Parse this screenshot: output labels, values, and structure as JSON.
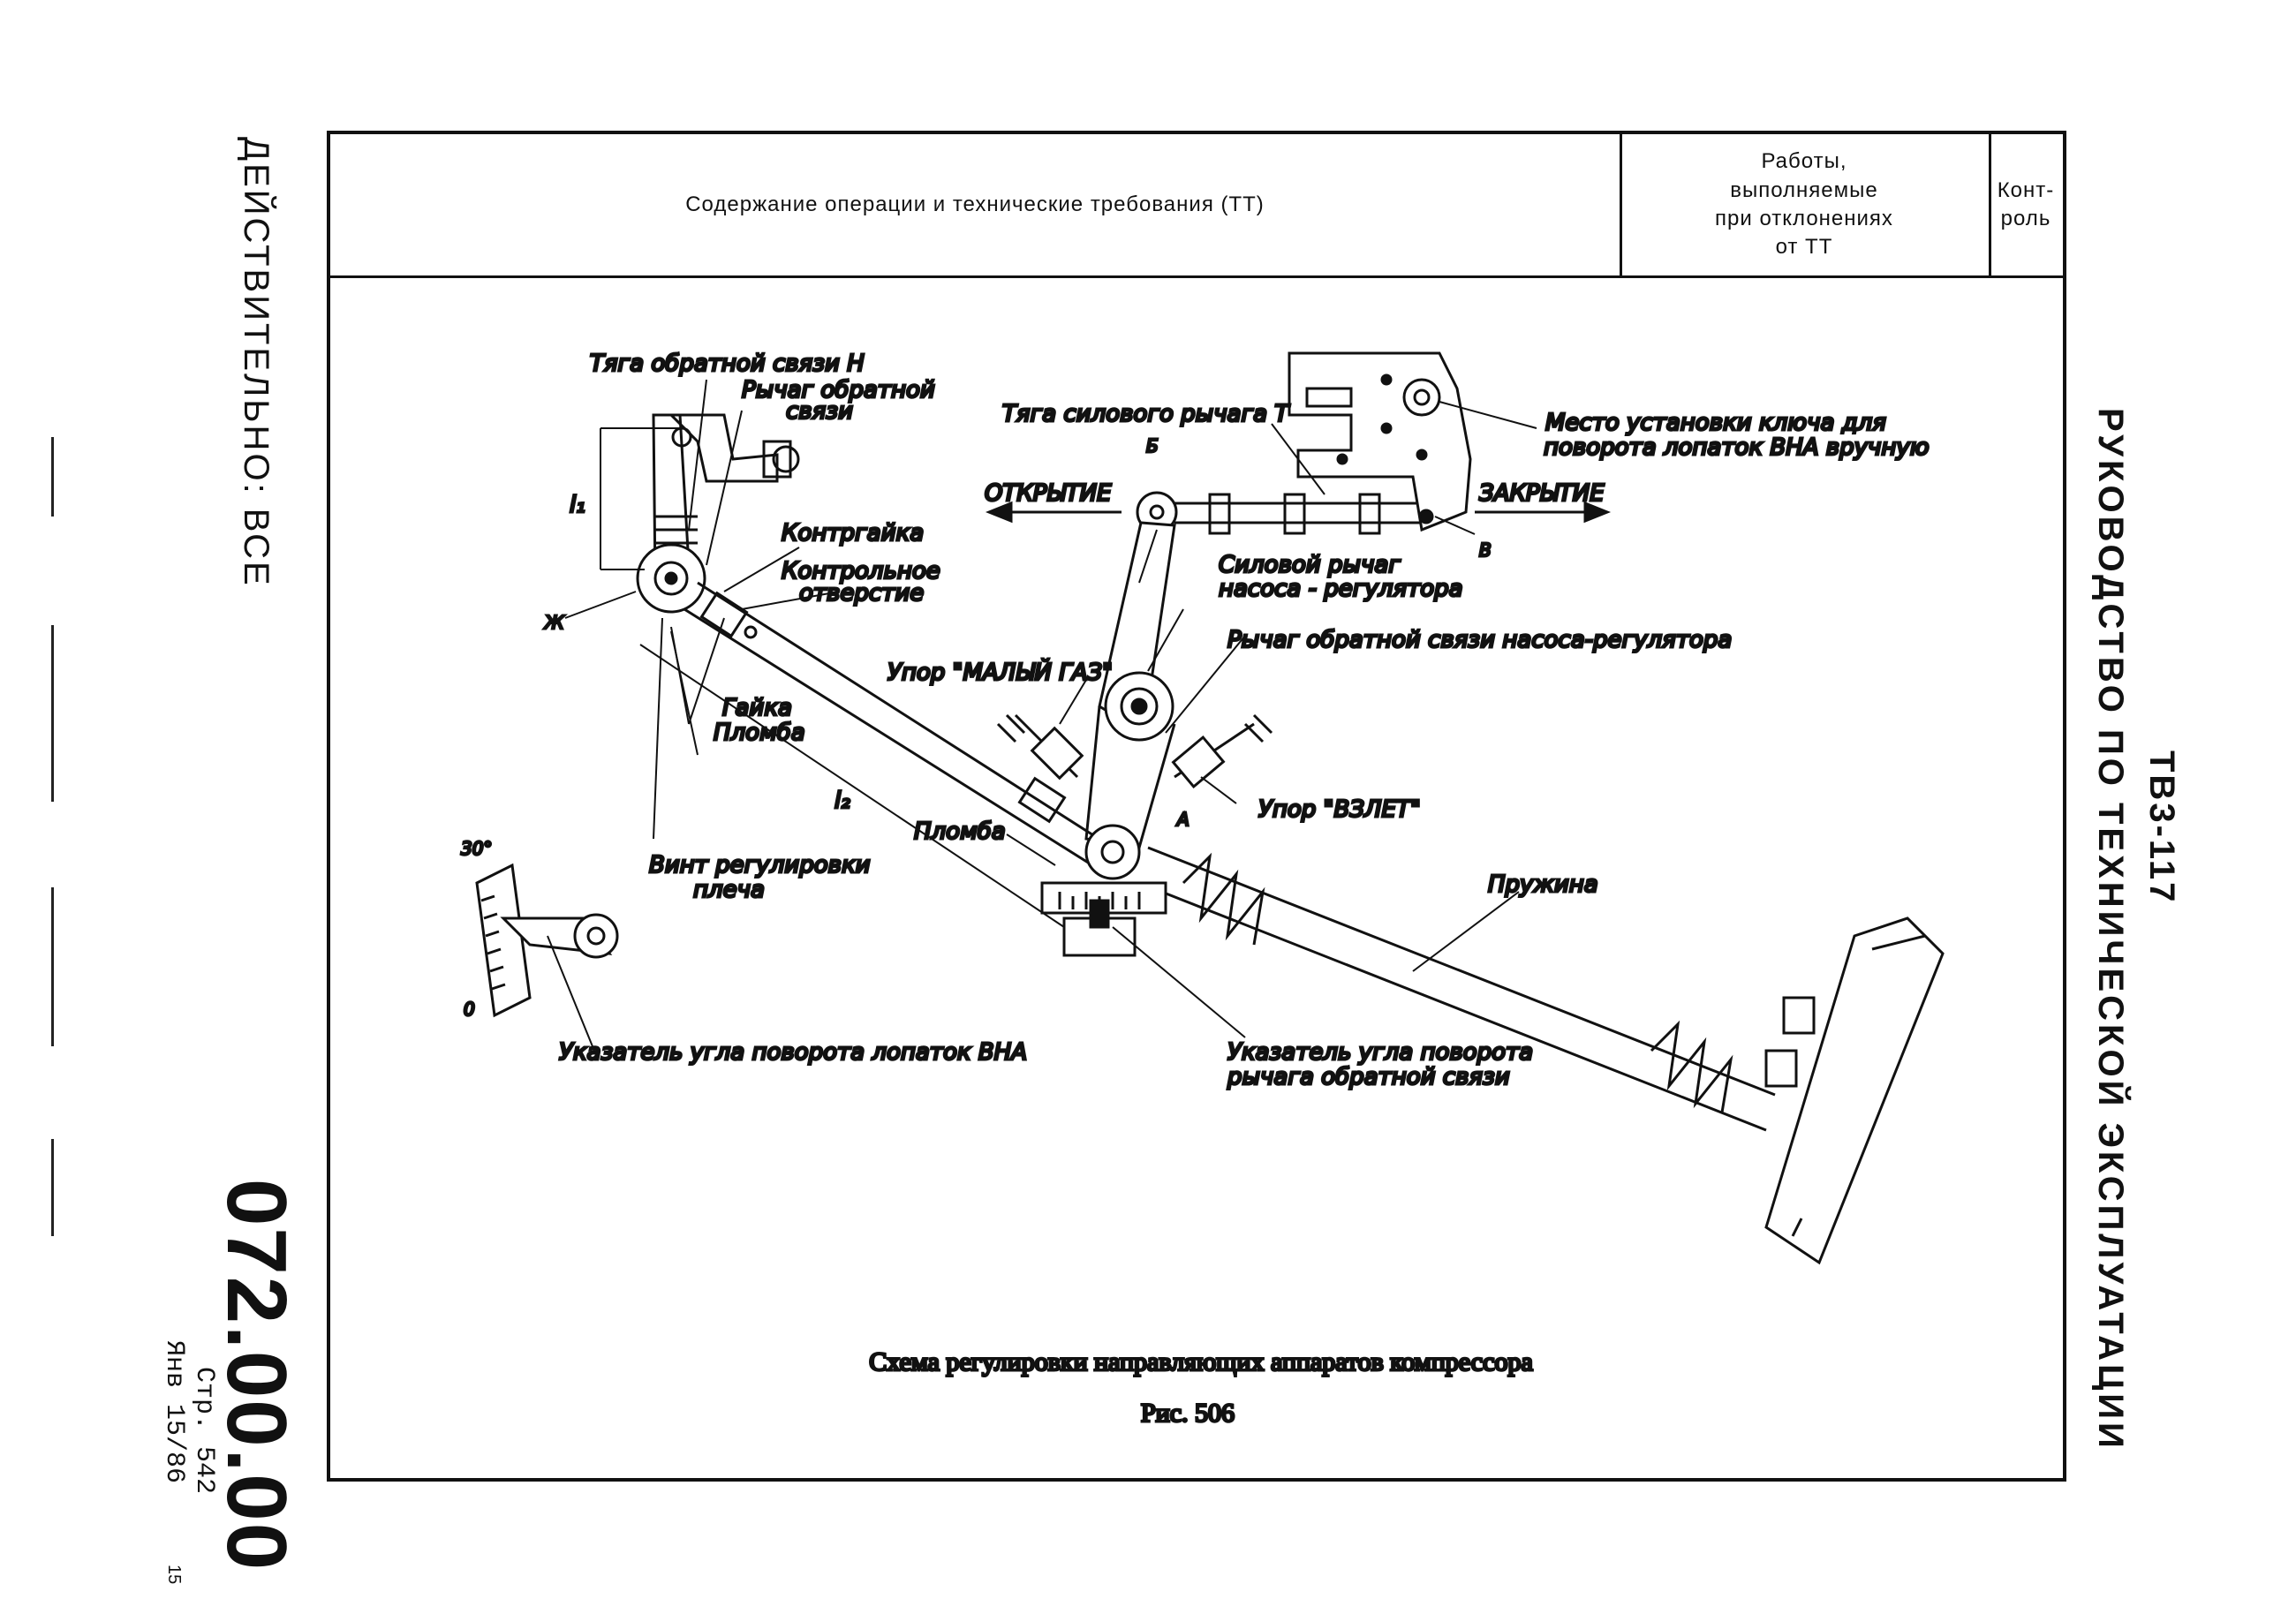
{
  "margin_left": {
    "validity": "ДЕЙСТВИТЕЛЬНО: ВСЕ",
    "doc_number": "072.00.00",
    "page": "Стр. 542",
    "date": "Янв 15/86",
    "tiny_mark": "15"
  },
  "margin_right": {
    "model": "ТВ3-117",
    "manual_title": "РУКОВОДСТВО ПО ТЕХНИЧЕСКОЙ ЭКСПЛУАТАЦИИ"
  },
  "table_header": {
    "col1": "Содержание операции и технические требования (ТТ)",
    "col2": "Работы,\nвыполняемые\nпри отклонениях\nот ТТ",
    "col3": "Конт-\nроль"
  },
  "diagram": {
    "labels": {
      "feedback_rod": "Тяга обратной связи Н",
      "feedback_lever_1": "Рычаг обратной",
      "feedback_lever_2": "связи",
      "locknut": "Контргайка",
      "control_hole_1": "Контрольное",
      "control_hole_2": "отверстие",
      "nut": "Гайка",
      "seal": "Пломба",
      "seal2": "Пломба",
      "arm_screw_1": "Винт регулировки",
      "arm_screw_2": "плеча",
      "vna_indicator": "Указатель угла поворота лопаток ВНА",
      "power_lever_rod": "Тяга силового рычага Т",
      "key_place_1": "Место установки ключа для",
      "key_place_2": "поворота лопаток ВНА вручную",
      "opening": "ОТКРЫТИЕ",
      "closing": "ЗАКРЫТИЕ",
      "power_lever_1": "Силовой рычаг",
      "power_lever_2": "насоса - регулятора",
      "pump_feedback_lever": "Рычаг обратной связи насоса-регулятора",
      "idle_stop": "Упор \"МАЛЫЙ ГАЗ\"",
      "takeoff_stop": "Упор \"ВЗЛЕТ\"",
      "spring": "Пружина",
      "lever_indicator_1": "Указатель угла поворота",
      "lever_indicator_2": "рычага обратной связи",
      "point_b": "Б",
      "point_v": "В",
      "point_a": "А",
      "point_zh": "Ж",
      "l1": "l₁",
      "l2": "l₂",
      "scale_top": "30°",
      "scale_bottom": "0"
    },
    "caption": "Схема регулировки направляющих аппаратов компрессора",
    "figure": "Рис. 506"
  }
}
